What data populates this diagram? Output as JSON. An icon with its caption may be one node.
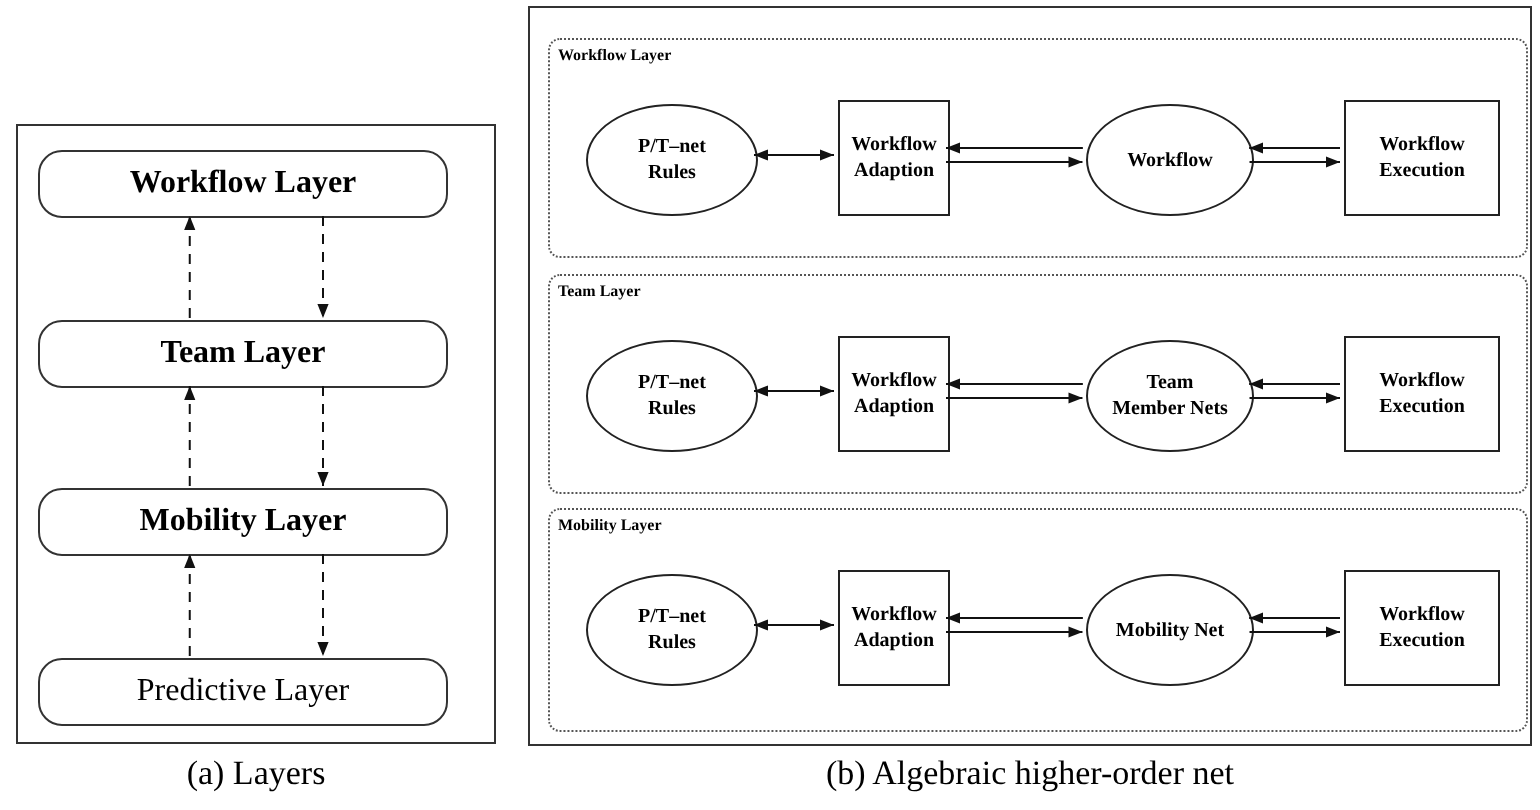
{
  "diagram": {
    "nodes": [
      {
        "text": [],
        "shape": "box",
        "beside": [
          "(a) Layers"
        ]
      },
      {
        "text": [
          "Workflow Layer"
        ],
        "in": 0
      },
      {
        "text": [
          "Team Layer"
        ],
        "in": 0
      },
      {
        "text": [
          "Mobility Layer"
        ],
        "in": 0
      },
      {
        "text": [
          "Predictive Layer"
        ],
        "in": 0
      },
      {
        "text": [],
        "shape": "box",
        "beside": [
          "(b) Algebraic higher-order net"
        ]
      },
      {
        "text": [
          "Workflow Layer"
        ],
        "in": 5
      },
      {
        "text": [
          "P/T–net Rules"
        ],
        "in": 6
      },
      {
        "text": [
          "Workflow Adaption"
        ],
        "in": 6
      },
      {
        "text": [
          "Workflow"
        ],
        "in": 6
      },
      {
        "text": [
          "Workflow Execution"
        ],
        "in": 6
      },
      {
        "text": [
          "Team Layer"
        ],
        "in": 5
      },
      {
        "text": [
          "P/T–net Rules"
        ],
        "in": 11
      },
      {
        "text": [
          "Workflow Adaption"
        ],
        "in": 11
      },
      {
        "text": [
          "Team Member Nets"
        ],
        "in": 11
      },
      {
        "text": [
          "Workflow Execution"
        ],
        "in": 11
      },
      {
        "text": [
          "Mobility Layer"
        ],
        "in": 5
      },
      {
        "text": [
          "P/T–net Rules"
        ],
        "in": 16
      },
      {
        "text": [
          "Workflow Adaption"
        ],
        "in": 16
      },
      {
        "text": [
          "Mobility Net"
        ],
        "in": 16
      },
      {
        "text": [
          "Workflow Execution"
        ],
        "in": 16
      }
    ],
    "edges": [
      {
        "from": 2,
        "to": 1,
        "arrow": "to",
        "style": "dashed"
      },
      {
        "from": 1,
        "to": 2,
        "arrow": "to",
        "style": "dashed"
      },
      {
        "from": 3,
        "to": 2,
        "arrow": "to",
        "style": "dashed"
      },
      {
        "from": 2,
        "to": 3,
        "arrow": "to",
        "style": "dashed"
      },
      {
        "from": 4,
        "to": 3,
        "arrow": "to",
        "style": "dashed"
      },
      {
        "from": 3,
        "to": 4,
        "arrow": "to",
        "style": "dashed"
      },
      {
        "from": 7,
        "to": 8,
        "arrow": "both"
      },
      {
        "from": 9,
        "to": 8,
        "arrow": "to"
      },
      {
        "from": 8,
        "to": 9,
        "arrow": "to"
      },
      {
        "from": 10,
        "to": 9,
        "arrow": "to"
      },
      {
        "from": 9,
        "to": 10,
        "arrow": "to"
      },
      {
        "from": 12,
        "to": 13,
        "arrow": "both"
      },
      {
        "from": 14,
        "to": 13,
        "arrow": "to"
      },
      {
        "from": 13,
        "to": 14,
        "arrow": "to"
      },
      {
        "from": 15,
        "to": 14,
        "arrow": "to"
      },
      {
        "from": 14,
        "to": 15,
        "arrow": "to"
      },
      {
        "from": 17,
        "to": 18,
        "arrow": "both"
      },
      {
        "from": 19,
        "to": 18,
        "arrow": "to"
      },
      {
        "from": 18,
        "to": 19,
        "arrow": "to"
      },
      {
        "from": 20,
        "to": 19,
        "arrow": "to"
      },
      {
        "from": 19,
        "to": 20,
        "arrow": "to"
      }
    ]
  }
}
